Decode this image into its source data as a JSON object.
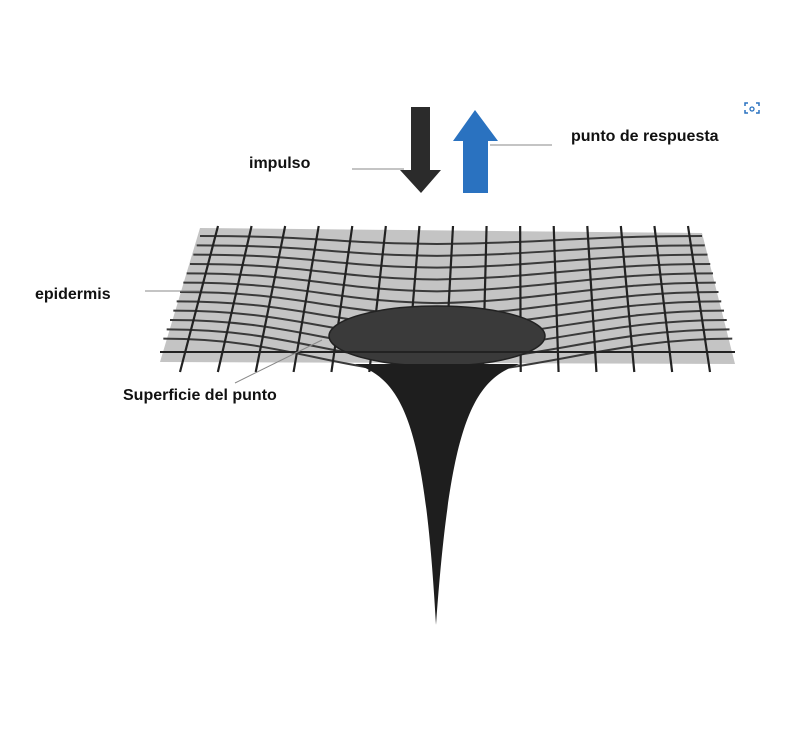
{
  "labels": {
    "impulse": "impulso",
    "response": "punto de respuesta",
    "epidermis": "epidermis",
    "surface": "Superficie del punto"
  },
  "icons": {
    "visual_search": "visual-search-icon"
  },
  "colors": {
    "impulse_arrow": "#2b2b2b",
    "response_arrow": "#2a72c0",
    "plane": "#c4c4c4",
    "grid": "#2e2e2e",
    "funnel": "#1e1e1e"
  }
}
